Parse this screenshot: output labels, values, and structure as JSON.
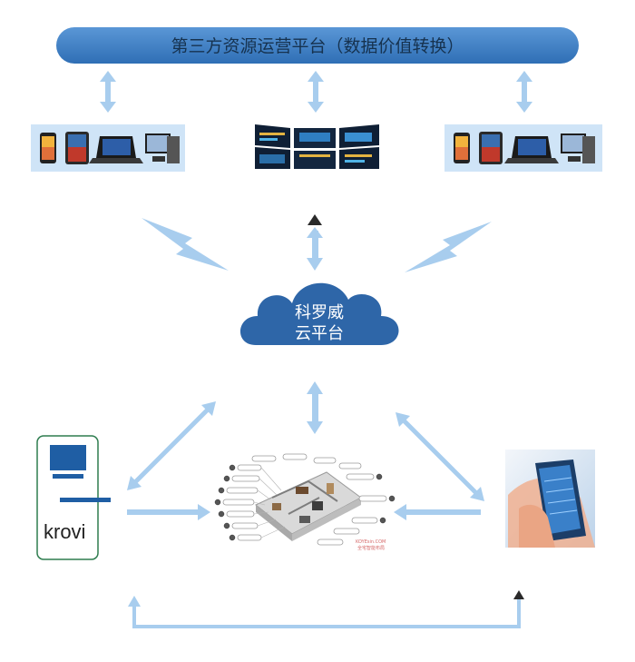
{
  "platform": {
    "title": "第三方资源运营平台（数据价值转换）"
  },
  "cloud": {
    "line1": "科罗威",
    "line2": "云平台"
  },
  "device": {
    "brand": "krovi"
  },
  "floorplan": {
    "annotation": "KOYEsin.COM",
    "annotation_sub": "全宅智能布局"
  },
  "colors": {
    "platform_bar": "#3f7fc3",
    "arrow": "#a8cdee",
    "arrow_dark": "#7fb1e0",
    "device_box": "#cfe4f7",
    "cloud": "#2e66a8",
    "krovi_border": "#2e7d4f",
    "krovi_bar": "#1f5ea4"
  },
  "icons": {
    "left_group": [
      "smartphone-icon",
      "tablet-icon",
      "laptop-icon",
      "desktop-pc-icon"
    ],
    "right_group": [
      "smartphone-icon",
      "tablet-icon",
      "laptop-icon",
      "desktop-pc-icon"
    ],
    "center": "dashboard-screens-icon"
  }
}
